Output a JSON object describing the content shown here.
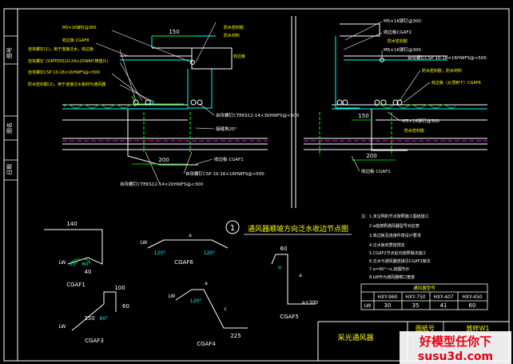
{
  "sheet": {
    "title_block_title": "采光通风器",
    "drawing_no_label": "图纸号",
    "drawing_no_value": "放样W1"
  },
  "margin_labels": [
    "图号",
    "图名",
    "日期"
  ],
  "section_title": {
    "number": "1",
    "text": "通风器顺坡方向泛水收边节点图"
  },
  "left_callouts": [
    "M5×16铆钉@300",
    "收边板 CGAF8",
    "自攻螺钉(1)，用于连接泛水，收边板",
    "自攻螺钉 (3)MTEKS10-24×25WAF(带垫片)",
    "自攻螺钉CSP 10-18×16HWFS@<500",
    "防水密封胶(2)，用于连接泛水板材与通风器"
  ],
  "top_center_callouts": [
    "防水密封胶",
    "防水材料"
  ],
  "center_callouts": [
    "收边板",
    "自攻螺钉CTEKS12-14×30HWFS@<500",
    "接缝角20°",
    "收边板 CGAF1",
    "自攻螺钉CSP 10-16×16HWFS@<500",
    "自攻螺钉CTEKS12-14×20HWFS@<300"
  ],
  "right_callouts": [
    "M5×16铆钉@300",
    "收边板CGAF2",
    "防水密封胶",
    "M5×16铆钉@300",
    "自攻螺钉CSP 10-18×16HWFS@<500",
    "防水密封胶，防水材料",
    "收边板（从顶到下）CGAF6",
    "M5×16铆钉@300",
    "防水密封胶",
    "收边板 CGAF1"
  ],
  "dims": {
    "top_width": "150",
    "left_bottom": "200",
    "right_mid": "150",
    "right_bottom": "200"
  },
  "notes": [
    "注：1.未注明的节点按照施工图纸施工",
    "2.a值按照通风器型号对应表",
    "3.收边板及连接件按设计要求",
    "4.泛水板材质按规定",
    "5.CGAF2节点处均按照做法施工",
    "6.泛水与通风器连接见CGAF2做法",
    "7.α=90°~α,如图所示",
    "8.LW作为通风器喉口宽度"
  ],
  "table": {
    "header": "通风器型号",
    "models": [
      "HXY-960",
      "HXY-750",
      "HXY-407",
      "HXY-450"
    ],
    "row_label": "LW",
    "values": [
      "30",
      "35",
      "41",
      "60"
    ]
  },
  "profiles": {
    "cgaf1": {
      "label": "CGAF1",
      "dim_top": "140",
      "dim_side": "40",
      "angle_a": "30°",
      "angle_b": "60°",
      "lw": "LW"
    },
    "cgaf3": {
      "label": "CGAF3",
      "dim_top": "100",
      "dim_side": "250",
      "dim_end": "60",
      "angle": "60°",
      "lw": "LW"
    },
    "cgaf6": {
      "label": "CGAF6",
      "angle_l": "120°",
      "angle_r": "120°",
      "a": "a",
      "lw": "LW"
    },
    "cgaf4": {
      "label": "CGAF4",
      "angle": "120°",
      "dim_bottom": "225",
      "a": "a",
      "c": "c",
      "lw": "LW"
    },
    "cgaf5": {
      "label": "CGAF5",
      "dim_top": "60",
      "dim_bottom": "a+300",
      "a": "a",
      "alpha": "α"
    }
  },
  "watermark": {
    "line1": "好模型任你下",
    "line2": "susu3d.com"
  }
}
